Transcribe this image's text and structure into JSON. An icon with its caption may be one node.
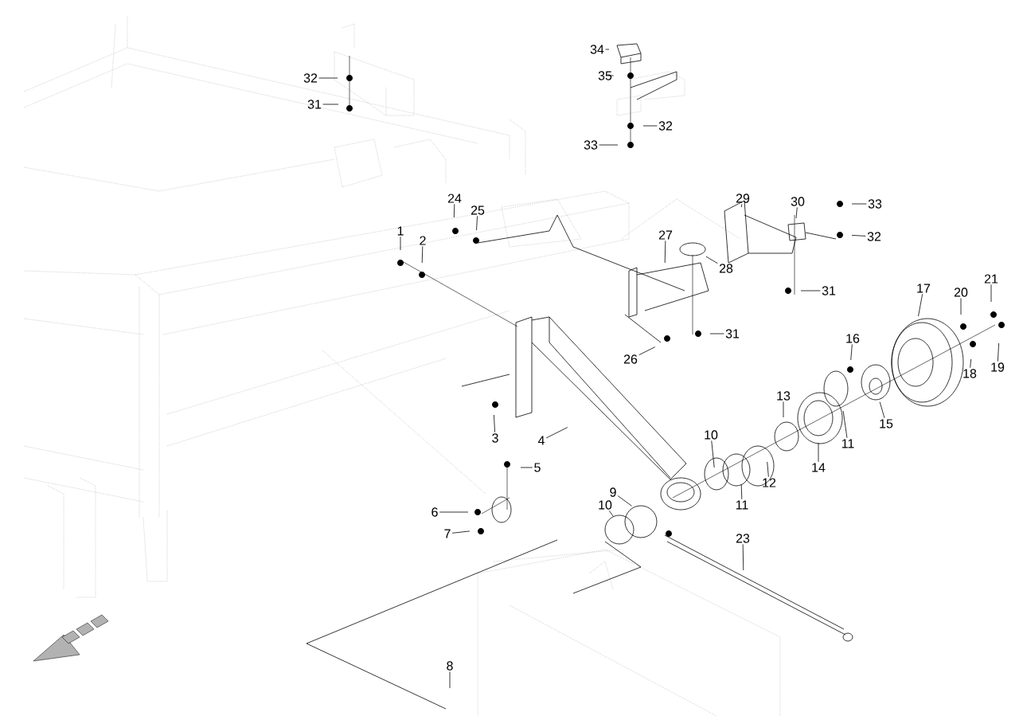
{
  "diagram": {
    "nodes": [
      {
        "text": [
          "34"
        ]
      },
      {
        "text": [
          "32"
        ]
      },
      {
        "text": [
          "35"
        ]
      },
      {
        "text": [
          "31"
        ]
      },
      {
        "text": [
          "32"
        ]
      },
      {
        "text": [
          "33"
        ]
      },
      {
        "text": [
          "29"
        ]
      },
      {
        "text": [
          "30"
        ]
      },
      {
        "text": [
          "24"
        ]
      },
      {
        "text": [
          "33"
        ]
      },
      {
        "text": [
          "25"
        ]
      },
      {
        "text": [
          "1"
        ]
      },
      {
        "text": [
          "32"
        ]
      },
      {
        "text": [
          "27"
        ]
      },
      {
        "text": [
          "2"
        ]
      },
      {
        "text": [
          "28"
        ]
      },
      {
        "text": [
          "17"
        ]
      },
      {
        "text": [
          "31"
        ]
      },
      {
        "text": [
          "21"
        ]
      },
      {
        "text": [
          "20"
        ]
      },
      {
        "text": [
          "31"
        ]
      },
      {
        "text": [
          "16"
        ]
      },
      {
        "text": [
          "26"
        ]
      },
      {
        "text": [
          "19"
        ]
      },
      {
        "text": [
          "18"
        ]
      },
      {
        "text": [
          "13"
        ]
      },
      {
        "text": [
          "15"
        ]
      },
      {
        "text": [
          "10"
        ]
      },
      {
        "text": [
          "3"
        ]
      },
      {
        "text": [
          "4"
        ]
      },
      {
        "text": [
          "11"
        ]
      },
      {
        "text": [
          "14"
        ]
      },
      {
        "text": [
          "5"
        ]
      },
      {
        "text": [
          "12"
        ]
      },
      {
        "text": [
          "9"
        ]
      },
      {
        "text": [
          "11"
        ]
      },
      {
        "text": [
          "10"
        ]
      },
      {
        "text": [
          "6"
        ]
      },
      {
        "text": [
          "7"
        ]
      },
      {
        "text": [
          "23"
        ]
      },
      {
        "text": [
          "8"
        ]
      }
    ],
    "edges": [
      {
        "from": 0,
        "to": null,
        "arrow": "none"
      },
      {
        "from": 1,
        "to": null,
        "arrow": "none"
      },
      {
        "from": 2,
        "to": null,
        "arrow": "none"
      },
      {
        "from": 3,
        "to": null,
        "arrow": "none"
      },
      {
        "from": 4,
        "to": null,
        "arrow": "none"
      },
      {
        "from": 5,
        "to": null,
        "arrow": "none"
      },
      {
        "from": 6,
        "to": null,
        "arrow": "none"
      },
      {
        "from": 7,
        "to": null,
        "arrow": "none"
      },
      {
        "from": 8,
        "to": null,
        "arrow": "none"
      },
      {
        "from": 9,
        "to": null,
        "arrow": "none"
      },
      {
        "from": 10,
        "to": null,
        "arrow": "none"
      },
      {
        "from": 11,
        "to": null,
        "arrow": "none"
      },
      {
        "from": 12,
        "to": null,
        "arrow": "none"
      },
      {
        "from": 13,
        "to": null,
        "arrow": "none"
      },
      {
        "from": 14,
        "to": null,
        "arrow": "none"
      },
      {
        "from": 15,
        "to": null,
        "arrow": "none"
      },
      {
        "from": 16,
        "to": null,
        "arrow": "none"
      },
      {
        "from": 17,
        "to": null,
        "arrow": "none"
      },
      {
        "from": 18,
        "to": null,
        "arrow": "none"
      },
      {
        "from": 19,
        "to": null,
        "arrow": "none"
      },
      {
        "from": 20,
        "to": null,
        "arrow": "none"
      },
      {
        "from": 21,
        "to": null,
        "arrow": "none"
      },
      {
        "from": 22,
        "to": null,
        "arrow": "none"
      },
      {
        "from": 23,
        "to": null,
        "arrow": "none"
      },
      {
        "from": 24,
        "to": null,
        "arrow": "none"
      },
      {
        "from": 25,
        "to": null,
        "arrow": "none"
      },
      {
        "from": 26,
        "to": null,
        "arrow": "none"
      },
      {
        "from": 27,
        "to": null,
        "arrow": "none"
      },
      {
        "from": 28,
        "to": null,
        "arrow": "none"
      },
      {
        "from": 29,
        "to": null,
        "arrow": "none"
      },
      {
        "from": 30,
        "to": null,
        "arrow": "none"
      },
      {
        "from": 31,
        "to": null,
        "arrow": "none"
      },
      {
        "from": 32,
        "to": null,
        "arrow": "none"
      },
      {
        "from": 33,
        "to": null,
        "arrow": "none"
      },
      {
        "from": 34,
        "to": null,
        "arrow": "none"
      },
      {
        "from": 35,
        "to": null,
        "arrow": "none"
      },
      {
        "from": 36,
        "to": null,
        "arrow": "none"
      },
      {
        "from": 37,
        "to": null,
        "arrow": "none"
      },
      {
        "from": 38,
        "to": null,
        "arrow": "none"
      },
      {
        "from": 39,
        "to": null,
        "arrow": "none"
      },
      {
        "from": 40,
        "to": null,
        "arrow": "none"
      }
    ]
  }
}
